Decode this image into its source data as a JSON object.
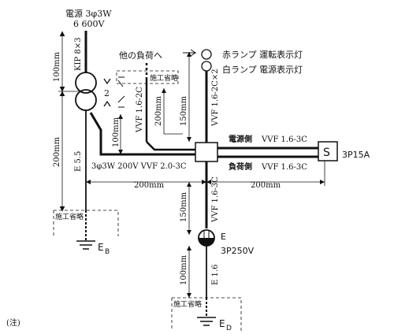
{
  "supply": {
    "line1": "電源 3φ3W",
    "line2": "6 600V"
  },
  "transformer_cable": "KIP 8×3",
  "other_loads": "他の負荷へ",
  "omitted": "施工省略",
  "dims": {
    "d100": "100mm",
    "d200": "200mm",
    "d150": "150mm"
  },
  "lamps": {
    "red": "赤ランプ 運転表示灯",
    "white": "白ランプ 電源表示灯"
  },
  "cables": {
    "vvf16_2c": "VVF 1.6-2C",
    "vvf16_2c_x2": "VVF 1.6-2C×2",
    "source_side_label": "電源側",
    "load_side_label": "負荷側",
    "vvf16_3c": "VVF 1.6-3C",
    "main_feed": "3φ3W 200V  VVF 2.0-3C",
    "e55": "E 5.5",
    "e16": "E 1.6"
  },
  "switch": {
    "symbol": "S",
    "rating": "3P15A"
  },
  "breaker": {
    "mark": "E",
    "rating": "3P250V"
  },
  "earth": {
    "eb_main": "E",
    "eb_sub": "B",
    "ed_main": "E",
    "ed_sub": "D"
  },
  "callout_number": "2",
  "note": "(注)"
}
